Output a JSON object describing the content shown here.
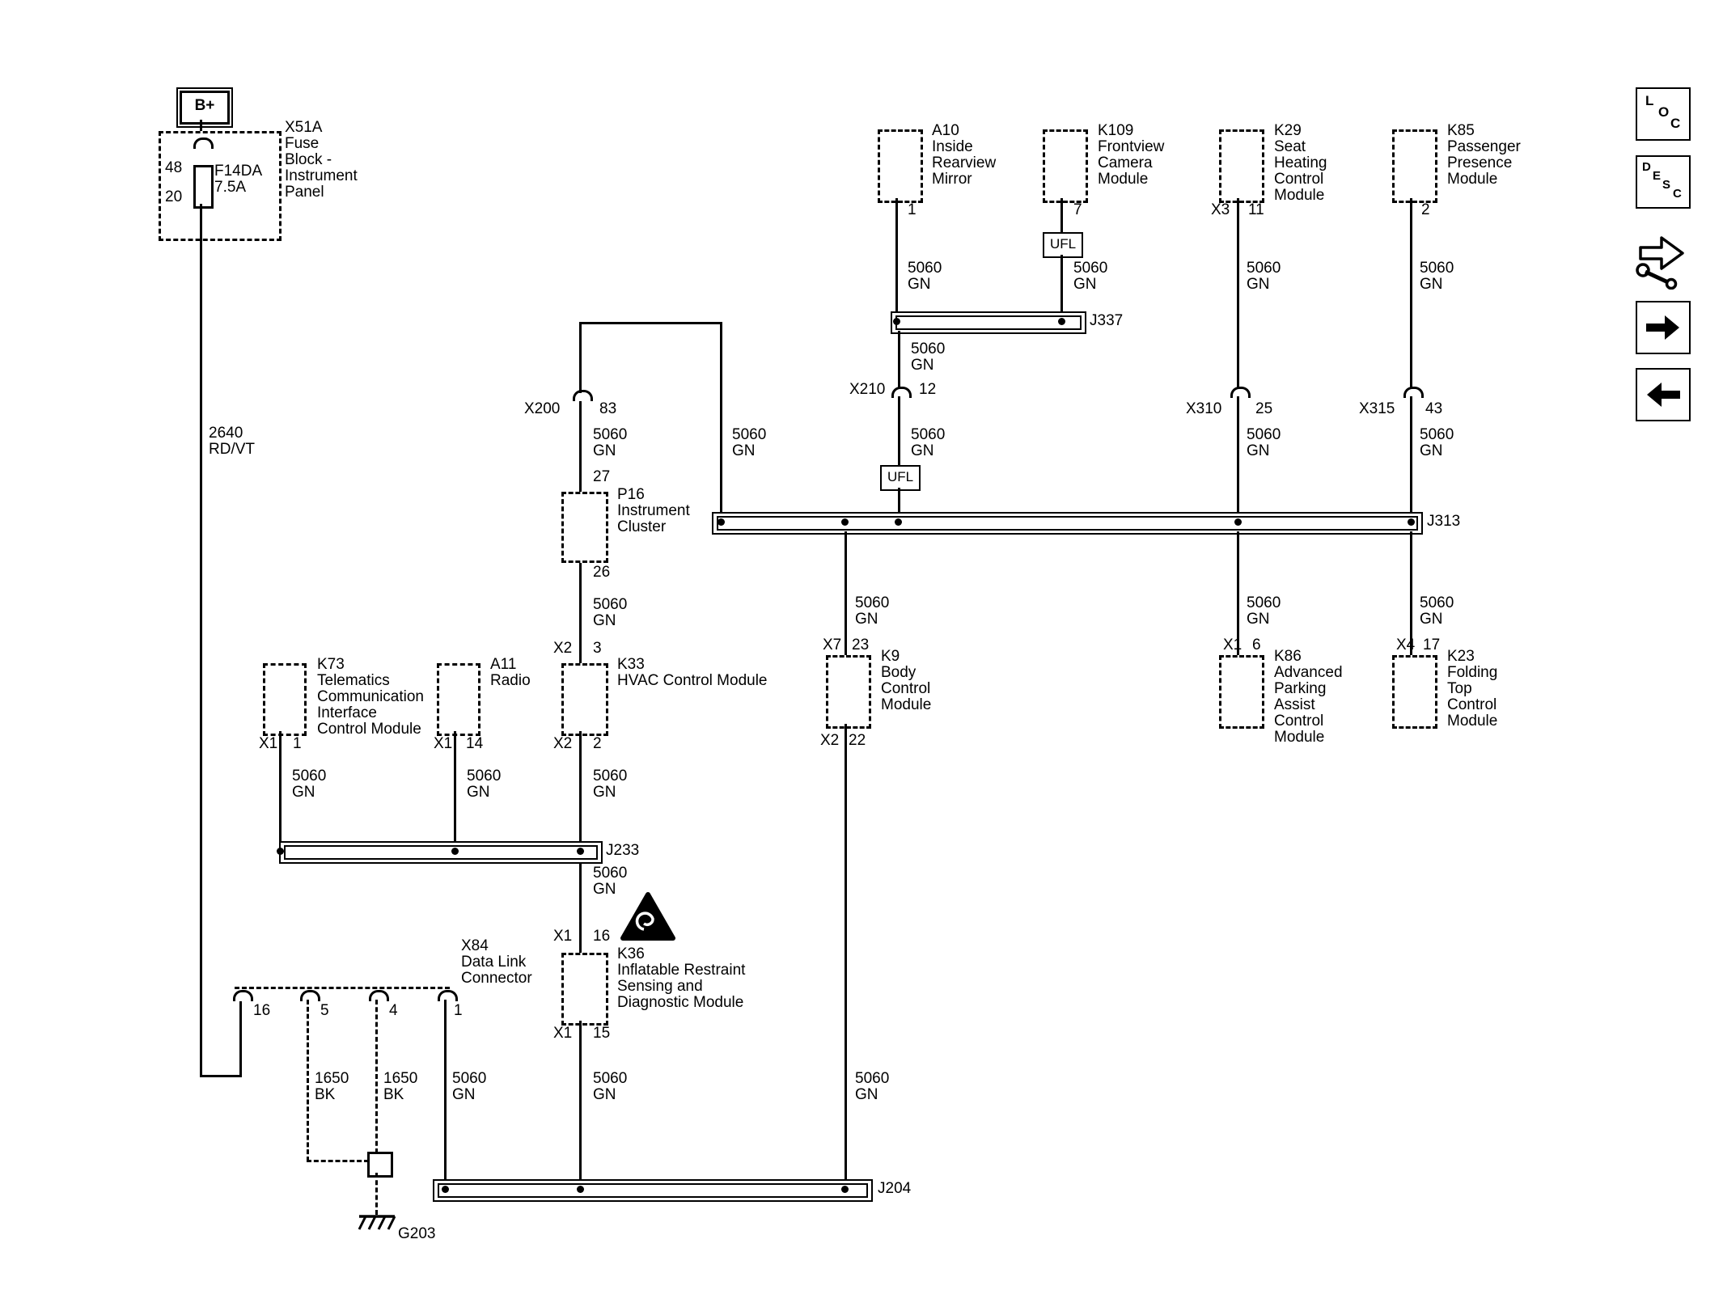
{
  "colors": {
    "wire": "#000000",
    "background": "#ffffff"
  },
  "power": {
    "bplus": "B+",
    "block_label_lines": [
      "X51A",
      "Fuse",
      "Block -",
      "Instrument",
      "Panel"
    ],
    "pin_top": "48",
    "pin_bottom": "20",
    "fuse_lines": [
      "F14DA",
      "7.5A"
    ],
    "feed_wire": {
      "circuit": "2640",
      "color": "RD/VT"
    }
  },
  "wires": {
    "gn": {
      "circuit": "5060",
      "color": "GN"
    },
    "bk": {
      "circuit": "1650",
      "color": "BK"
    }
  },
  "inline": {
    "ufl": "UFL"
  },
  "connectors": {
    "x200": {
      "name": "X200",
      "pin": "83"
    },
    "x210": {
      "name": "X210",
      "pin": "12"
    },
    "x310": {
      "name": "X310",
      "pin": "25"
    },
    "x315": {
      "name": "X315",
      "pin": "43"
    },
    "x84": {
      "lines": [
        "X84",
        "Data Link",
        "Connector"
      ],
      "pins": [
        "16",
        "5",
        "4",
        "1"
      ]
    }
  },
  "splices": {
    "j337": "J337",
    "j313": "J313",
    "j233": "J233",
    "j204": "J204"
  },
  "ground": {
    "name": "G203"
  },
  "modules": {
    "a10": {
      "id": "A10",
      "lines": [
        "Inside",
        "Rearview",
        "Mirror"
      ],
      "pin": "1"
    },
    "k109": {
      "id": "K109",
      "lines": [
        "Frontview",
        "Camera",
        "Module"
      ],
      "pin": "7"
    },
    "k29": {
      "id": "K29",
      "lines": [
        "Seat",
        "Heating",
        "Control",
        "Module"
      ],
      "conn": "X3",
      "pin": "11"
    },
    "k85": {
      "id": "K85",
      "lines": [
        "Passenger",
        "Presence",
        "Module"
      ],
      "pin": "2"
    },
    "p16": {
      "id": "P16",
      "lines": [
        "Instrument",
        "Cluster"
      ],
      "pin_top": "27",
      "pin_bottom": "26"
    },
    "k33": {
      "id": "K33",
      "lines": [
        "HVAC Control Module"
      ],
      "conn_top": "X2",
      "pin_top": "3",
      "conn_bottom": "X2",
      "pin_bottom": "2"
    },
    "k73": {
      "id": "K73",
      "lines": [
        "Telematics",
        "Communication",
        "Interface",
        "Control Module"
      ],
      "conn": "X1",
      "pin": "1"
    },
    "a11": {
      "id": "A11",
      "lines": [
        "Radio"
      ],
      "conn": "X1",
      "pin": "14"
    },
    "k9": {
      "id": "K9",
      "lines": [
        "Body",
        "Control",
        "Module"
      ],
      "conn_top": "X7",
      "pin_top": "23",
      "conn_bottom": "X2",
      "pin_bottom": "22"
    },
    "k86": {
      "id": "K86",
      "lines": [
        "Advanced",
        "Parking",
        "Assist",
        "Control",
        "Module"
      ],
      "conn": "X1",
      "pin": "6"
    },
    "k23": {
      "id": "K23",
      "lines": [
        "Folding",
        "Top",
        "Control",
        "Module"
      ],
      "conn": "X4",
      "pin": "17"
    },
    "k36": {
      "id": "K36",
      "lines": [
        "Inflatable Restraint",
        "Sensing and",
        "Diagnostic Module"
      ],
      "conn_top": "X1",
      "pin_top": "16",
      "conn_bottom": "X1",
      "pin_bottom": "15"
    }
  },
  "toolbar": {
    "loc": [
      "L",
      "O",
      "C"
    ],
    "desc": [
      "D",
      "E",
      "S",
      "C"
    ]
  }
}
